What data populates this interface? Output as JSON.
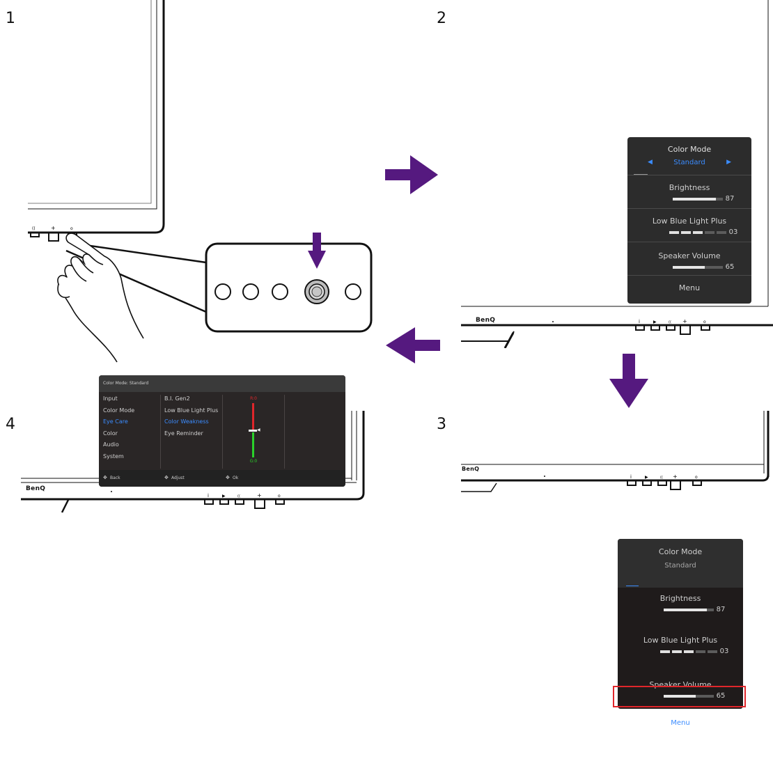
{
  "steps": {
    "s1": "1",
    "s2": "2",
    "s3": "3",
    "s4": "4"
  },
  "brand": "BenQ",
  "panel2": {
    "title": "Color Mode",
    "value": "Standard",
    "items": [
      {
        "label": "Brightness",
        "value": "87",
        "level": 0.87
      },
      {
        "label": "Low Blue Light Plus",
        "value": "03",
        "segments_on": 3,
        "segments": 5
      },
      {
        "label": "Speaker Volume",
        "value": "65",
        "level": 0.65
      }
    ],
    "menu": "Menu"
  },
  "panel3": {
    "title": "Color Mode",
    "value": "Standard",
    "items": [
      {
        "label": "Brightness",
        "value": "87",
        "level": 0.87
      },
      {
        "label": "Low Blue Light Plus",
        "value": "03",
        "segments_on": 3,
        "segments": 5
      },
      {
        "label": "Speaker Volume",
        "value": "65",
        "level": 0.65
      }
    ],
    "menu": "Menu",
    "highlight_color": "#e0262b"
  },
  "panel4": {
    "header": "Color Mode: Standard",
    "col1": [
      "Input",
      "Color Mode",
      "Eye Care",
      "Color",
      "Audio",
      "System"
    ],
    "col1_selected": "Eye Care",
    "col2": [
      "B.I. Gen2",
      "Low Blue Light Plus",
      "Color Weakness",
      "Eye Reminder"
    ],
    "col2_selected": "Color Weakness",
    "slider_top": "R:0",
    "slider_bottom": "G:0",
    "footer": {
      "back": "Back",
      "adjust": "Adjust",
      "ok": "Ok"
    }
  },
  "colors": {
    "arrow": "#55197f",
    "accent": "#3b8cff",
    "osd_bg": "#2c2c2c",
    "red": "#e0262b",
    "green": "#2ad12a"
  },
  "icons": [
    "finger-press-icon",
    "joystick-icon",
    "arrow-right-icon",
    "arrow-down-icon",
    "arrow-left-icon"
  ]
}
